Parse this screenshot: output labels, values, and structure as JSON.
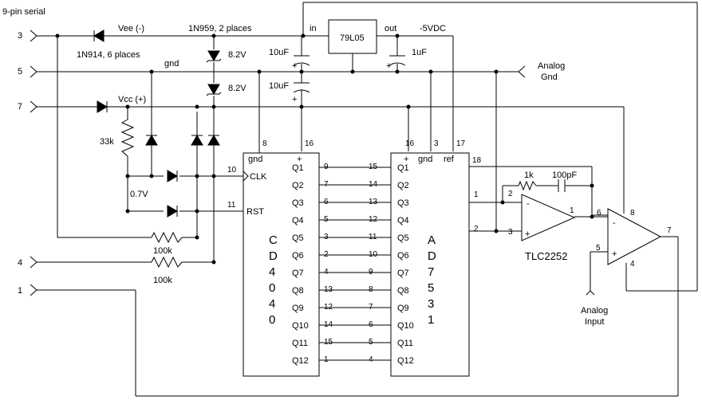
{
  "connector": {
    "label": "9-pin serial",
    "pins": {
      "p3": "3",
      "p5": "5",
      "p7": "7",
      "p4": "4",
      "p1": "1"
    }
  },
  "labels": {
    "vee": "Vee (-)",
    "vcc": "Vcc (+)",
    "gnd": "gnd",
    "zener_part": "1N959, 2 places",
    "zener_v1": "8.2V",
    "zener_v2": "8.2V",
    "diode_part": "1N914, 6 places",
    "cap_in": "10uF",
    "cap_in2": "10uF",
    "cap_out": "1uF",
    "reg_in": "in",
    "reg_out": "out",
    "neg5": "-5VDC",
    "analog_gnd_1": "Analog",
    "analog_gnd_2": "Gnd",
    "r33k": "33k",
    "v07": "0.7V",
    "r100k_1": "100k",
    "r100k_2": "100k",
    "r1k": "1k",
    "c100pf": "100pF",
    "analog_in_1": "Analog",
    "analog_in_2": "Input",
    "plus1": "+",
    "plus2": "+",
    "plus3": "+"
  },
  "regulator": {
    "name": "79L05"
  },
  "cd4040": {
    "name": [
      "C",
      "D",
      "4",
      "0",
      "4",
      "0"
    ],
    "gnd": "gnd",
    "plus": "+",
    "pin_gnd": "8",
    "pin_plus": "16",
    "clk": "CLK",
    "rst": "RST",
    "pin_clk": "10",
    "pin_rst": "11",
    "outputs": [
      "Q1",
      "Q2",
      "Q3",
      "Q4",
      "Q5",
      "Q6",
      "Q7",
      "Q8",
      "Q9",
      "Q10",
      "Q11",
      "Q12"
    ],
    "out_pins": [
      "9",
      "7",
      "6",
      "5",
      "3",
      "2",
      "4",
      "13",
      "12",
      "14",
      "15",
      "1"
    ]
  },
  "ad7531": {
    "name": [
      "A",
      "D",
      "7",
      "5",
      "3",
      "1"
    ],
    "plus": "+",
    "gnd": "gnd",
    "ref": "ref",
    "pin_plus": "16",
    "pin_gnd": "3",
    "pin_ref": "17",
    "pin_18": "18",
    "pin_1": "1",
    "pin_2": "2",
    "inputs": [
      "Q1",
      "Q2",
      "Q3",
      "Q4",
      "Q5",
      "Q6",
      "Q7",
      "Q8",
      "Q9",
      "Q10",
      "Q11",
      "Q12"
    ],
    "in_pins": [
      "15",
      "14",
      "13",
      "12",
      "11",
      "10",
      "9",
      "8",
      "7",
      "6",
      "5",
      "4"
    ]
  },
  "opamp1": {
    "name": "TLC2252",
    "pin_minus": "2",
    "pin_plus": "3",
    "pin_out": "1",
    "minus": "-",
    "plus": "+"
  },
  "opamp2": {
    "pin_minus": "6",
    "pin_plus": "5",
    "pin_out": "7",
    "pin_v8": "8",
    "pin_v4": "4",
    "minus": "-",
    "plus": "+"
  }
}
